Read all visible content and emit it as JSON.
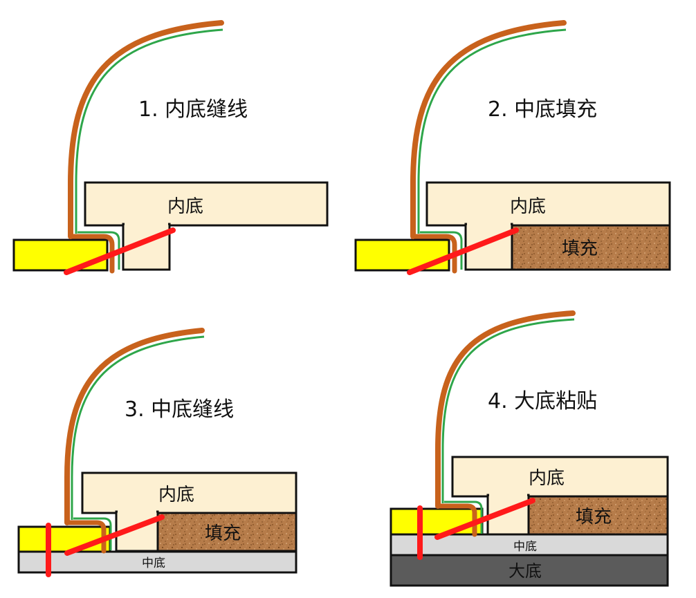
{
  "colors": {
    "insole": "#fdf0d2",
    "welt": "#ffff00",
    "filler": "#b67c4a",
    "midsole": "#d9d9d9",
    "outsole": "#5b5b5b",
    "upper_leather": "#c8621c",
    "upper_lining": "#2ea64a",
    "stitch": "#ff1a1a",
    "outline": "#111111"
  },
  "panels": [
    {
      "title": "1. 内底缝线",
      "labels": {
        "insole": "内底"
      }
    },
    {
      "title": "2. 中底填充",
      "labels": {
        "insole": "内底",
        "filler": "填充"
      }
    },
    {
      "title": "3. 中底缝线",
      "labels": {
        "insole": "内底",
        "filler": "填充",
        "midsole": "中底"
      }
    },
    {
      "title": "4. 大底粘贴",
      "labels": {
        "insole": "内底",
        "filler": "填充",
        "midsole": "中底",
        "outsole": "大底"
      }
    }
  ]
}
